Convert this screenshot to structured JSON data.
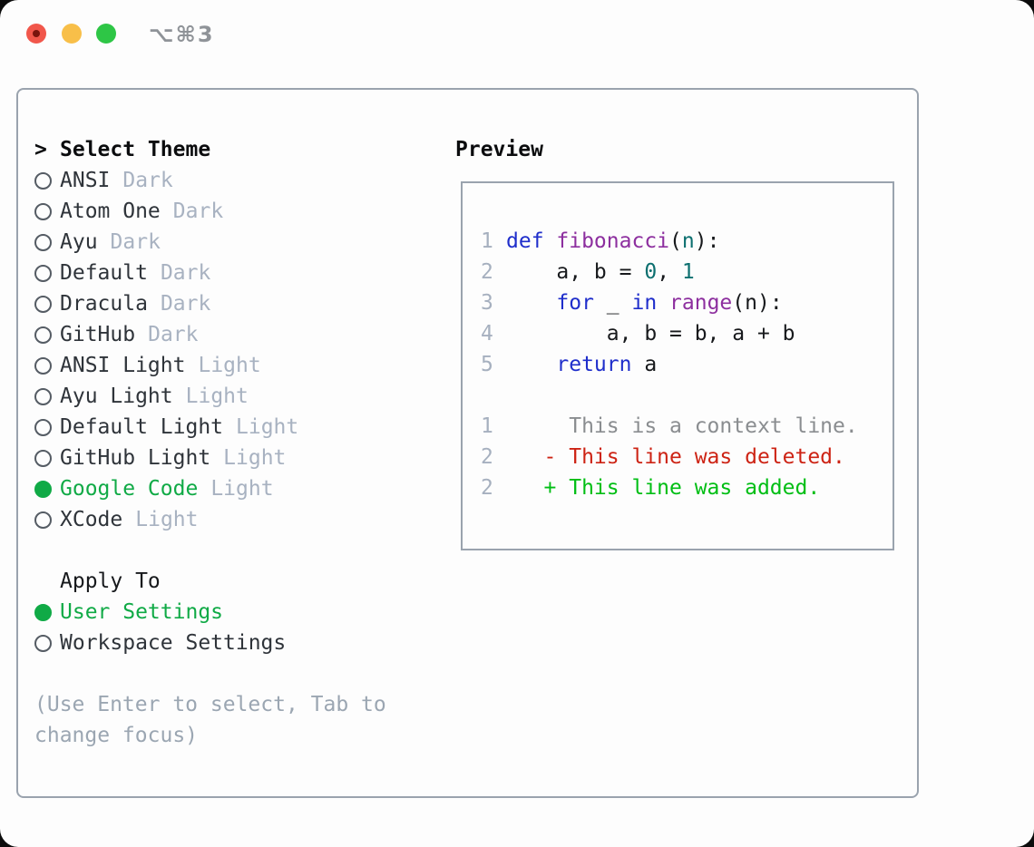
{
  "window": {
    "title": "⌥⌘3"
  },
  "colors": {
    "selected_green": "#10aa46",
    "variant_gray": "#a8b2c1",
    "help_gray": "#9ba6b2",
    "gutter": "#a6b0bf",
    "keyword": "#1f2ecb",
    "function": "#8d2f9f",
    "literal": "#0c6f6f",
    "code_text": "#17191c",
    "context": "#8a8d90",
    "removed": "#cd2314",
    "added": "#00be14"
  },
  "theme_select": {
    "prompt": ">",
    "title": "Select Theme",
    "items": [
      {
        "name": "ANSI",
        "variant": "Dark",
        "selected": false
      },
      {
        "name": "Atom One",
        "variant": "Dark",
        "selected": false
      },
      {
        "name": "Ayu",
        "variant": "Dark",
        "selected": false
      },
      {
        "name": "Default",
        "variant": "Dark",
        "selected": false
      },
      {
        "name": "Dracula",
        "variant": "Dark",
        "selected": false
      },
      {
        "name": "GitHub",
        "variant": "Dark",
        "selected": false
      },
      {
        "name": "ANSI Light",
        "variant": "Light",
        "selected": false
      },
      {
        "name": "Ayu Light",
        "variant": "Light",
        "selected": false
      },
      {
        "name": "Default Light",
        "variant": "Light",
        "selected": false
      },
      {
        "name": "GitHub Light",
        "variant": "Light",
        "selected": false
      },
      {
        "name": "Google Code",
        "variant": "Light",
        "selected": true
      },
      {
        "name": "XCode",
        "variant": "Light",
        "selected": false
      }
    ]
  },
  "apply_to": {
    "title": "Apply To",
    "items": [
      {
        "label": "User Settings",
        "selected": true
      },
      {
        "label": "Workspace Settings",
        "selected": false
      }
    ]
  },
  "help": {
    "line1": "(Use Enter to select, Tab to",
    "line2": "change focus)"
  },
  "preview": {
    "title": "Preview",
    "lines": [
      {
        "num": "1",
        "tokens": [
          {
            "t": "def ",
            "c": "keyword"
          },
          {
            "t": "fibonacci",
            "c": "function"
          },
          {
            "t": "(",
            "c": "code_text"
          },
          {
            "t": "n",
            "c": "literal"
          },
          {
            "t": "):",
            "c": "code_text"
          }
        ]
      },
      {
        "num": "2",
        "tokens": [
          {
            "t": "    a, b = ",
            "c": "code_text"
          },
          {
            "t": "0",
            "c": "literal"
          },
          {
            "t": ", ",
            "c": "code_text"
          },
          {
            "t": "1",
            "c": "literal"
          }
        ]
      },
      {
        "num": "3",
        "tokens": [
          {
            "t": "    ",
            "c": "code_text"
          },
          {
            "t": "for",
            "c": "keyword"
          },
          {
            "t": " _ ",
            "c": "code_text"
          },
          {
            "t": "in",
            "c": "keyword"
          },
          {
            "t": " ",
            "c": "code_text"
          },
          {
            "t": "range",
            "c": "function"
          },
          {
            "t": "(n):",
            "c": "code_text"
          }
        ]
      },
      {
        "num": "4",
        "tokens": [
          {
            "t": "        a, b = b, a + b",
            "c": "code_text"
          }
        ]
      },
      {
        "num": "5",
        "tokens": [
          {
            "t": "    ",
            "c": "code_text"
          },
          {
            "t": "return",
            "c": "keyword"
          },
          {
            "t": " a",
            "c": "code_text"
          }
        ]
      },
      {
        "num": "",
        "tokens": []
      },
      {
        "num": "1",
        "tokens": [
          {
            "t": "     This is a context line.",
            "c": "context"
          }
        ]
      },
      {
        "num": "2",
        "tokens": [
          {
            "t": "   - This line was deleted.",
            "c": "removed"
          }
        ]
      },
      {
        "num": "2",
        "tokens": [
          {
            "t": "   + This line was added.",
            "c": "added"
          }
        ]
      }
    ]
  }
}
